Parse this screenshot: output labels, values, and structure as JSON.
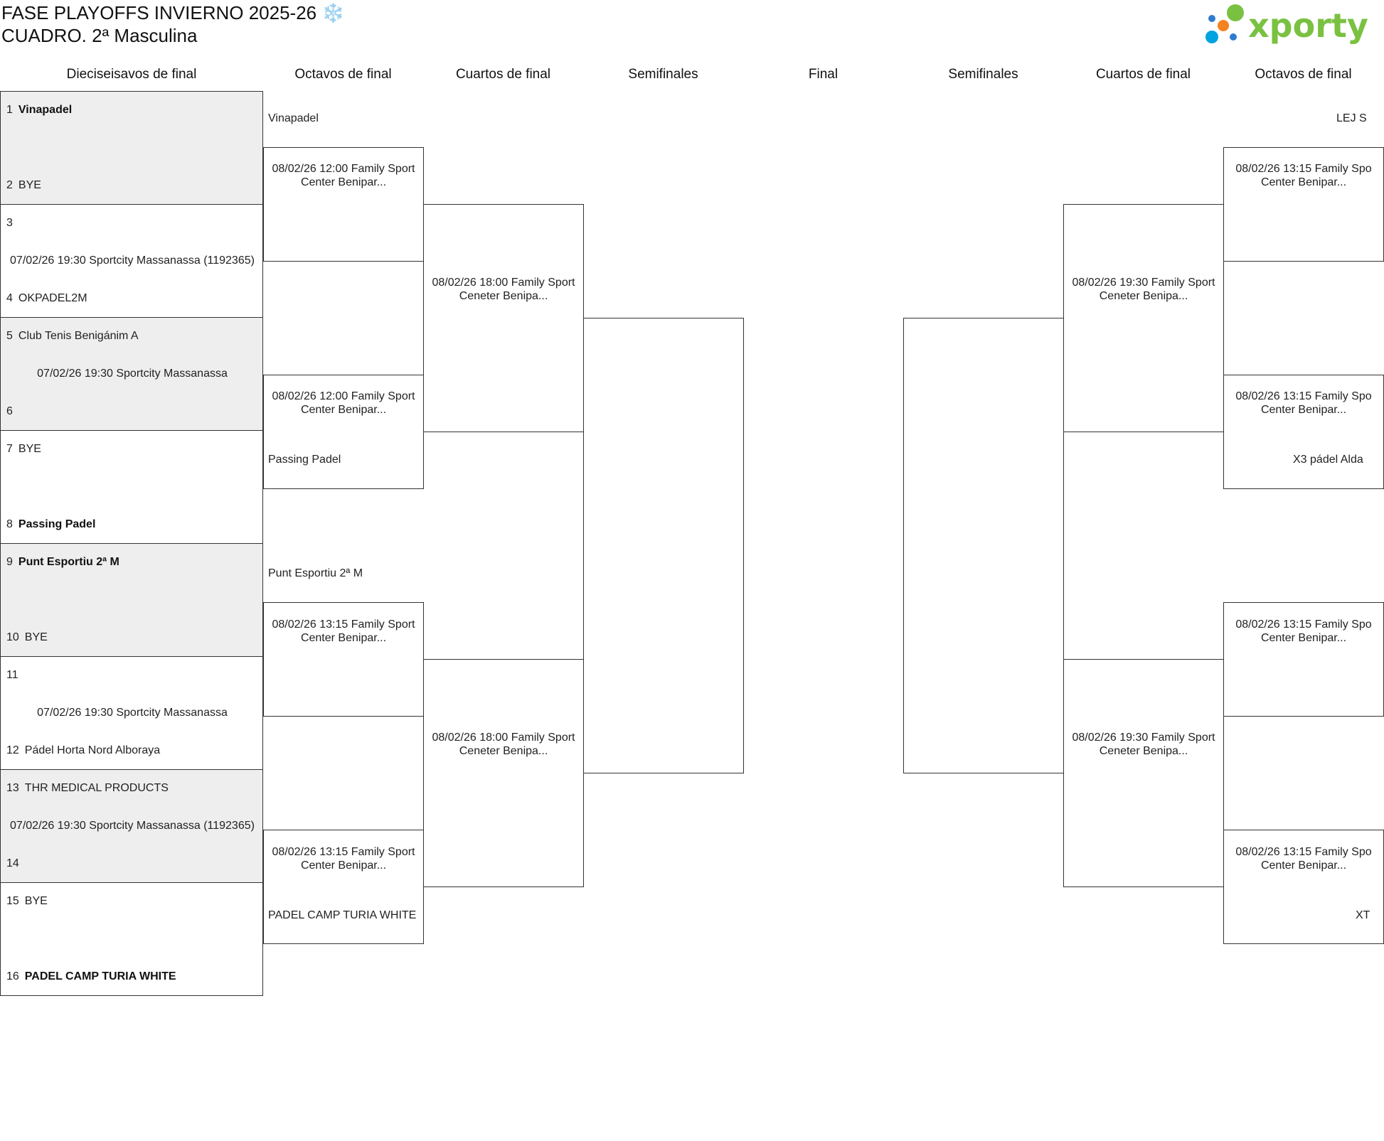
{
  "header": {
    "title_line1": "FASE PLAYOFFS INVIERNO 2025-26 ❄️",
    "title_line2": "CUADRO. 2ª Masculina",
    "logo_text": "xporty",
    "logo_colors": [
      "#7ac142",
      "#f58220",
      "#00a3e0",
      "#2e7bcf"
    ]
  },
  "rounds": [
    "Dieciseisavos de final",
    "Octavos de final",
    "Cuartos de final",
    "Semifinales",
    "Final",
    "Semifinales",
    "Cuartos de final",
    "Octavos de final"
  ],
  "r32": [
    {
      "top_seed": "1",
      "top_team": "Vinapadel",
      "top_bold": true,
      "info": "",
      "bottom_seed": "2",
      "bottom_team": "BYE",
      "bottom_bold": false
    },
    {
      "top_seed": "3",
      "top_team": "",
      "top_bold": false,
      "info": "07/02/26 19:30 Sportcity Massanassa (1192365)",
      "bottom_seed": "4",
      "bottom_team": "OKPADEL2M",
      "bottom_bold": false
    },
    {
      "top_seed": "5",
      "top_team": "Club Tenis Benigánim A",
      "top_bold": false,
      "info": "07/02/26 19:30 Sportcity Massanassa",
      "bottom_seed": "6",
      "bottom_team": "",
      "bottom_bold": false
    },
    {
      "top_seed": "7",
      "top_team": "BYE",
      "top_bold": false,
      "info": "",
      "bottom_seed": "8",
      "bottom_team": "Passing Padel",
      "bottom_bold": true
    },
    {
      "top_seed": "9",
      "top_team": "Punt Esportiu 2ª M",
      "top_bold": true,
      "info": "",
      "bottom_seed": "10",
      "bottom_team": "BYE",
      "bottom_bold": false
    },
    {
      "top_seed": "11",
      "top_team": "",
      "top_bold": false,
      "info": "07/02/26 19:30 Sportcity Massanassa",
      "bottom_seed": "12",
      "bottom_team": "Pádel Horta Nord Alboraya",
      "bottom_bold": false
    },
    {
      "top_seed": "13",
      "top_team": "THR MEDICAL PRODUCTS",
      "top_bold": false,
      "info": "07/02/26 19:30 Sportcity Massanassa (1192365)",
      "bottom_seed": "14",
      "bottom_team": "",
      "bottom_bold": false
    },
    {
      "top_seed": "15",
      "top_team": "BYE",
      "top_bold": false,
      "info": "",
      "bottom_seed": "16",
      "bottom_team": "PADEL CAMP TURIA WHITE",
      "bottom_bold": true
    }
  ],
  "r16_left": [
    {
      "top_team": "Vinapadel",
      "info": "08/02/26 12:00 Family Sport Center Benipar...",
      "bottom_team": ""
    },
    {
      "top_team": "",
      "info": "08/02/26 12:00 Family Sport Center Benipar...",
      "bottom_team": "Passing Padel"
    },
    {
      "top_team": "Punt Esportiu 2ª M",
      "info": "08/02/26 13:15 Family Sport Center Benipar...",
      "bottom_team": ""
    },
    {
      "top_team": "",
      "info": "08/02/26 13:15 Family Sport Center Benipar...",
      "bottom_team": "PADEL CAMP TURIA WHITE"
    }
  ],
  "qf_left": [
    {
      "info": "08/02/26 18:00 Family Sport Ceneter Benipa..."
    },
    {
      "info": "08/02/26 18:00 Family Sport Ceneter Benipa..."
    }
  ],
  "qf_right": [
    {
      "info": "08/02/26 19:30 Family Sport Ceneter Benipa..."
    },
    {
      "info": "08/02/26 19:30 Family Sport Ceneter Benipa..."
    }
  ],
  "r16_right": [
    {
      "top_team": "LEJ S",
      "info": "08/02/26 13:15 Family Spo Center Benipar...",
      "bottom_team": ""
    },
    {
      "top_team": "",
      "info": "08/02/26 13:15 Family Spo Center Benipar...",
      "bottom_team": "X3 pádel Alda"
    },
    {
      "top_team": "",
      "info": "08/02/26 13:15 Family Spo Center Benipar...",
      "bottom_team": ""
    },
    {
      "top_team": "",
      "info": "08/02/26 13:15 Family Spo Center Benipar...",
      "bottom_team": "XT"
    }
  ]
}
